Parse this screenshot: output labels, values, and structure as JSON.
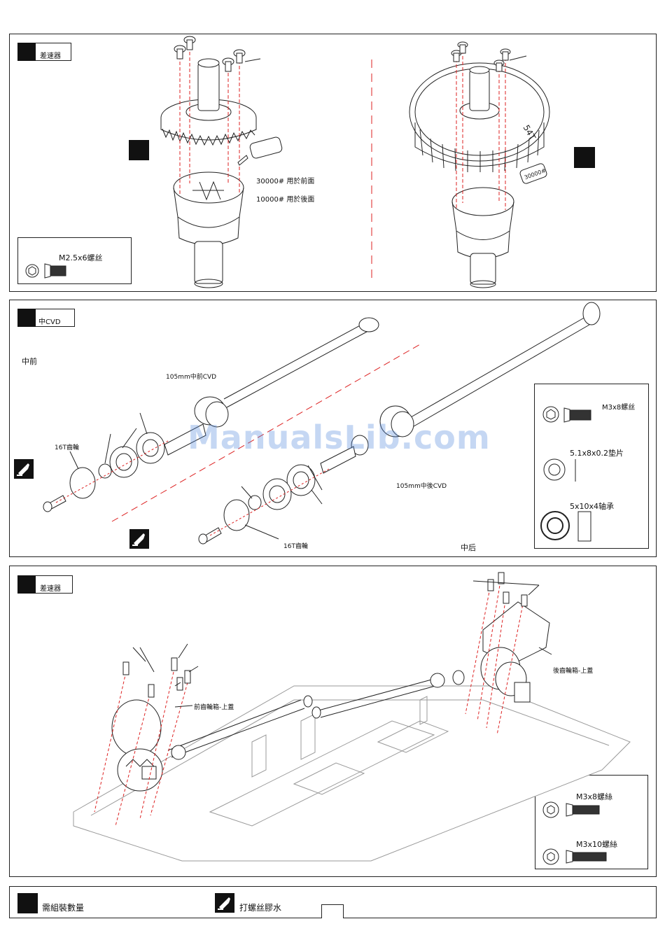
{
  "panel1": {
    "step_label": "差速器",
    "glue_front": "30000# 用於前面",
    "glue_rear": "10000# 用於後面",
    "legend_screw": "M2.5x6螺丝",
    "gear_mark": "54T",
    "bottle_mark": "30000#"
  },
  "panel2": {
    "step_label": "中CVD",
    "front_label": "中前",
    "rear_label": "中后",
    "cvd_front": "105mm中前CVD",
    "cvd_rear": "105mm中後CVD",
    "gear_front": "16T齒輪",
    "gear_rear": "16T齒輪",
    "legend_screw": "M3x8螺丝",
    "legend_washer": "5.1x8x0.2垫片",
    "legend_bearing": "5x10x4轴承"
  },
  "panel3": {
    "step_label": "差速器",
    "front_cover": "前齒輪箱-上蓋",
    "rear_cover": "後齒輪箱-上蓋",
    "legend_screw1": "M3x8螺絲",
    "legend_screw2": "M3x10螺絲"
  },
  "footer": {
    "qty_label": "需組裝數量",
    "glue_label": "打螺丝膠水"
  },
  "watermark": "ManualsLib.com",
  "icons": [
    "hex-screw-icon",
    "glue-bottle-icon",
    "washer-icon",
    "bearing-icon"
  ]
}
